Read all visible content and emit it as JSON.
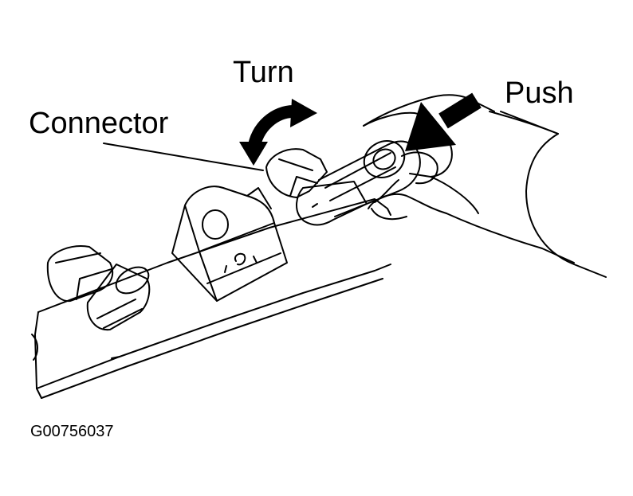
{
  "labels": {
    "turn": "Turn",
    "push": "Push",
    "connector": "Connector",
    "figure_id": "G00756037"
  },
  "colors": {
    "ink": "#000000",
    "paper": "#ffffff"
  },
  "icons": {
    "turn": "curved-double-arrow-icon",
    "push": "thick-arrow-icon"
  }
}
